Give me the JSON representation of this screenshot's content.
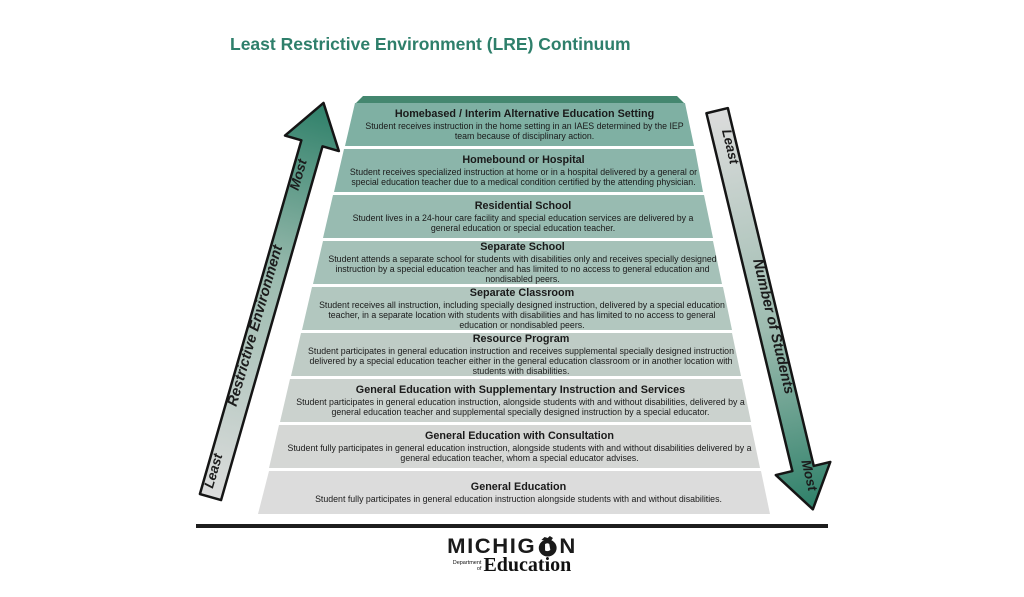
{
  "title": "Least Restrictive Environment (LRE) Continuum",
  "left_arrow": {
    "top_label": "Most",
    "label": "Restrictive Environment",
    "bottom_label": "Least"
  },
  "right_arrow": {
    "top_label": "Least",
    "label": "Number of Students",
    "bottom_label": "Most"
  },
  "tiers": [
    {
      "title": "Homebased / Interim Alternative Education Setting",
      "description": "Student receives instruction in the home setting in an IAES determined by the IEP team because of disciplinary action."
    },
    {
      "title": "Homebound or Hospital",
      "description": "Student receives specialized instruction at home or in a hospital delivered by a general or special education teacher due to a medical condition certified by the attending physician."
    },
    {
      "title": "Residential School",
      "description": "Student lives in a 24-hour care facility and special education services are delivered by a general education or special education teacher."
    },
    {
      "title": "Separate School",
      "description": "Student attends a separate school for students with disabilities only and receives specially designed instruction by a special education teacher and has limited to no access to general education and nondisabled peers."
    },
    {
      "title": "Separate Classroom",
      "description": "Student receives all instruction, including specially designed instruction, delivered by a special education teacher, in a separate location with students with disabilities and has limited to no access to general education or nondisabled peers."
    },
    {
      "title": "Resource Program",
      "description": "Student participates in general education instruction and receives supplemental specially designed instruction delivered by a special education teacher either in the general education classroom or in another location with students with disabilities."
    },
    {
      "title": "General Education with Supplementary Instruction and Services",
      "description": "Student participates in general education instruction, alongside students with and without disabilities, delivered by a general education teacher and supplemental specially designed instruction by a special educator."
    },
    {
      "title": "General Education with Consultation",
      "description": "Student fully participates in general education instruction, alongside students with and without disabilities delivered by a general education teacher, whom a special educator advises."
    },
    {
      "title": "General Education",
      "description": "Student fully participates in general education instruction alongside students with and without disabilities."
    }
  ],
  "logo": {
    "name_prefix": "MICHIG",
    "name_suffix": "N",
    "department_line1": "Department",
    "department_line2": "of",
    "education": "Education"
  },
  "colors": {
    "accent_teal": "#2e7f6b",
    "arrow_green": "#2e8069",
    "arrow_gray": "#dcdcdc",
    "tier_top_green": "#7fb0a3",
    "tier_bottom_gray": "#dcdcdc",
    "lid_green": "#44876f"
  }
}
